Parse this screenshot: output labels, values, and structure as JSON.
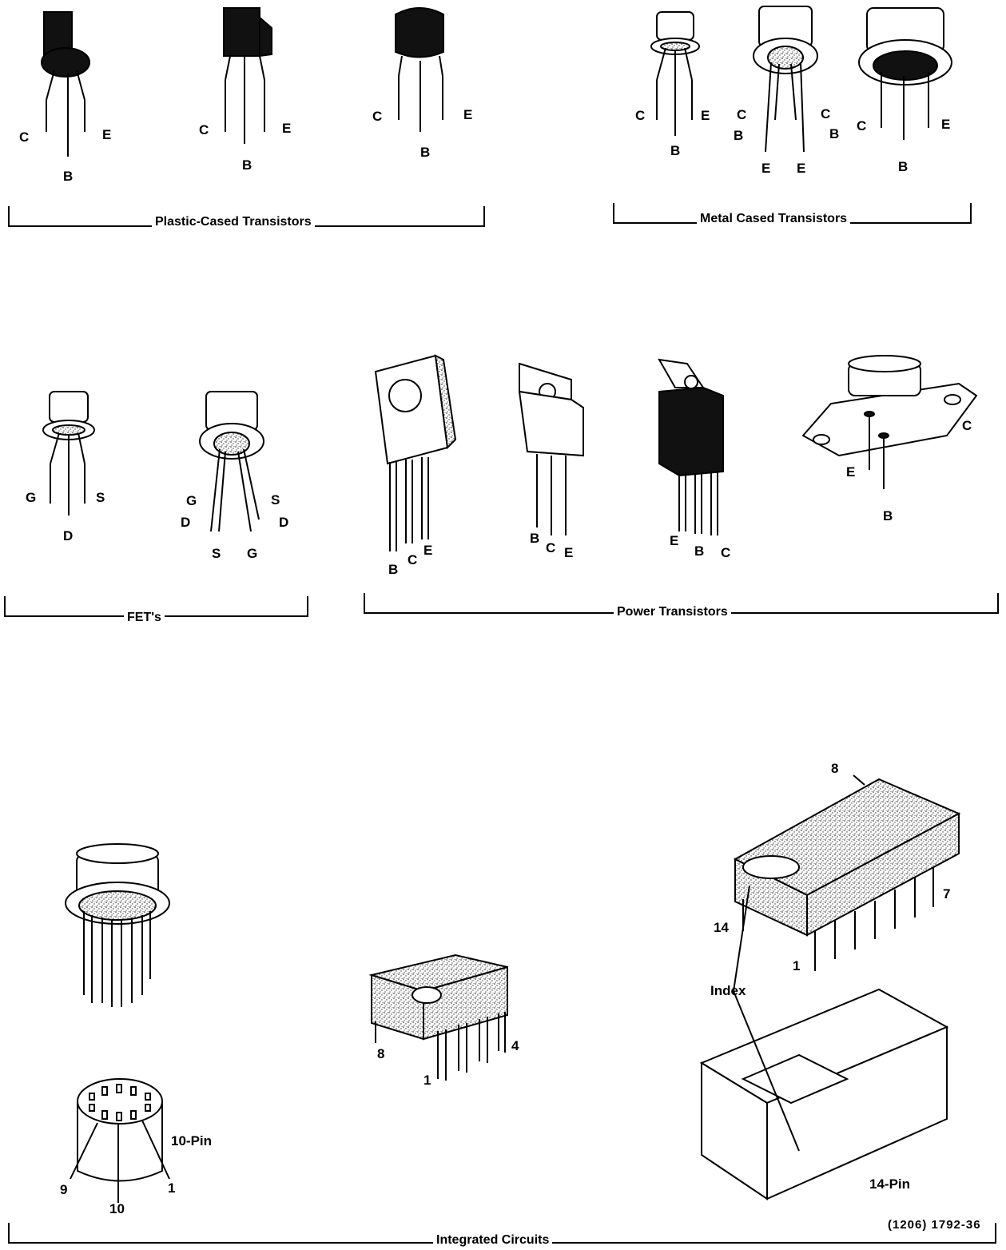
{
  "groups": {
    "plastic": "Plastic-Cased   Transistors",
    "metal": "Metal Cased Transistors",
    "fets": "FET's",
    "power": "Power  Transistors",
    "ics": "Integrated  Circuits"
  },
  "pins": {
    "p1": {
      "c": "C",
      "b": "B",
      "e": "E"
    },
    "p2": {
      "c": "C",
      "b": "B",
      "e": "E"
    },
    "p3": {
      "c": "C",
      "b": "B",
      "e": "E"
    },
    "m1": {
      "c": "C",
      "b": "B",
      "e": "E"
    },
    "m2": {
      "c1": "C",
      "b1": "B",
      "c2": "C",
      "b2": "B",
      "e1": "E",
      "e2": "E"
    },
    "m3": {
      "c": "C",
      "b": "B",
      "e": "E"
    },
    "f1": {
      "g": "G",
      "s": "S",
      "d": "D"
    },
    "f2": {
      "g1": "G",
      "d1": "D",
      "s1": "S",
      "d2": "D",
      "s2": "S",
      "g2": "G"
    },
    "pw1": {
      "b": "B",
      "c": "C",
      "e": "E"
    },
    "pw2": {
      "b": "B",
      "c": "C",
      "e": "E"
    },
    "pw3": {
      "e": "E",
      "b": "B",
      "c": "C"
    },
    "pw4": {
      "c": "C",
      "e": "E",
      "b": "B"
    }
  },
  "ic": {
    "to_pin9": "9",
    "to_pin10": "10",
    "to_pin1": "1",
    "to_name": "10-Pin",
    "dip8_pin8": "8",
    "dip8_pin1": "1",
    "dip8_pin4": "4",
    "dip14_pin8": "8",
    "dip14_pin14": "14",
    "dip14_pin7": "7",
    "dip14_pin1": "1",
    "index": "Index",
    "socket_name": "14-Pin"
  },
  "figure_ref": "(1206) 1792-36"
}
